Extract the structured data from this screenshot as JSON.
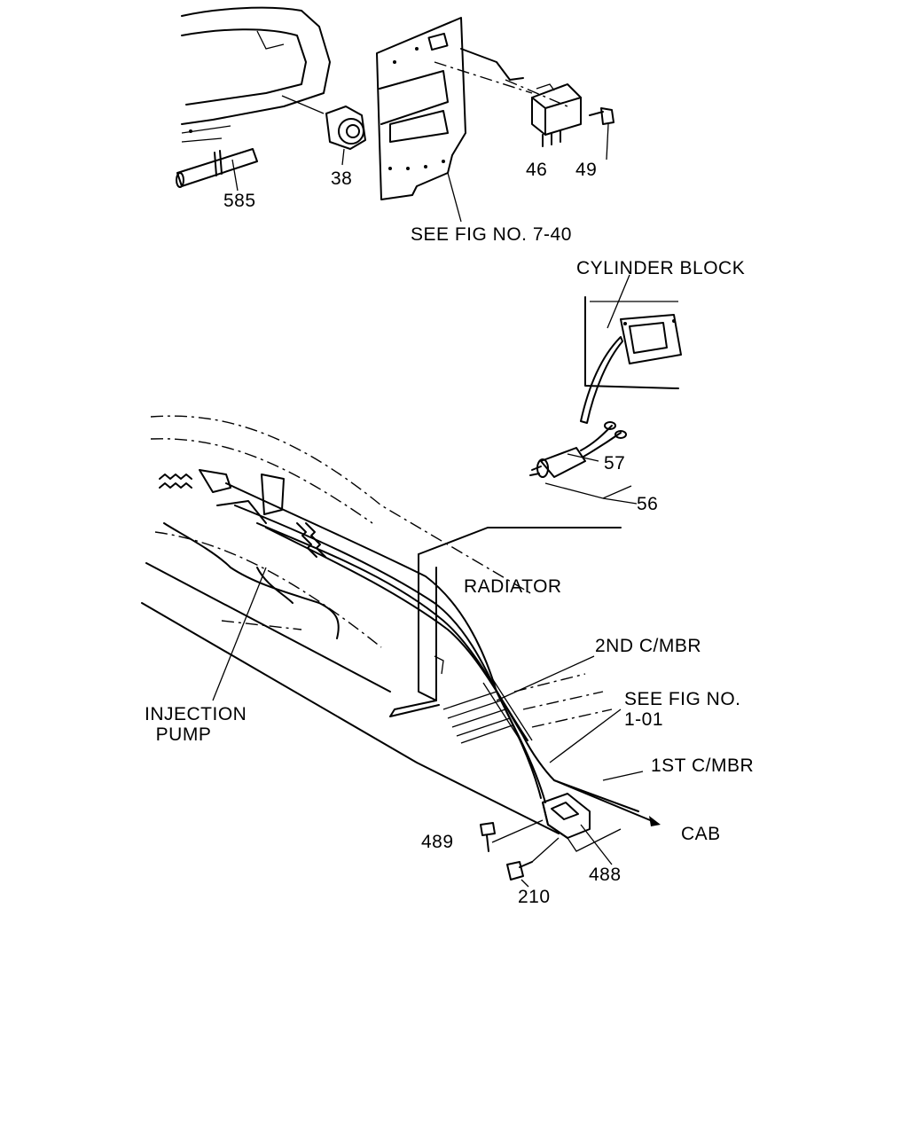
{
  "labels": {
    "p585": "585",
    "p38": "38",
    "p46": "46",
    "p49": "49",
    "see_fig_7_40": "SEE FIG NO. 7-40",
    "cylinder_block": "CYLINDER BLOCK",
    "p57": "57",
    "p56": "56",
    "radiator": "RADIATOR",
    "second_cmbr": "2ND C/MBR",
    "see_fig_1_01": "SEE FIG NO.\n1-01",
    "injection_pump": "INJECTION\n  PUMP",
    "first_cmbr": "1ST C/MBR",
    "cab": "CAB",
    "p489": "489",
    "p488": "488",
    "p210": "210"
  }
}
